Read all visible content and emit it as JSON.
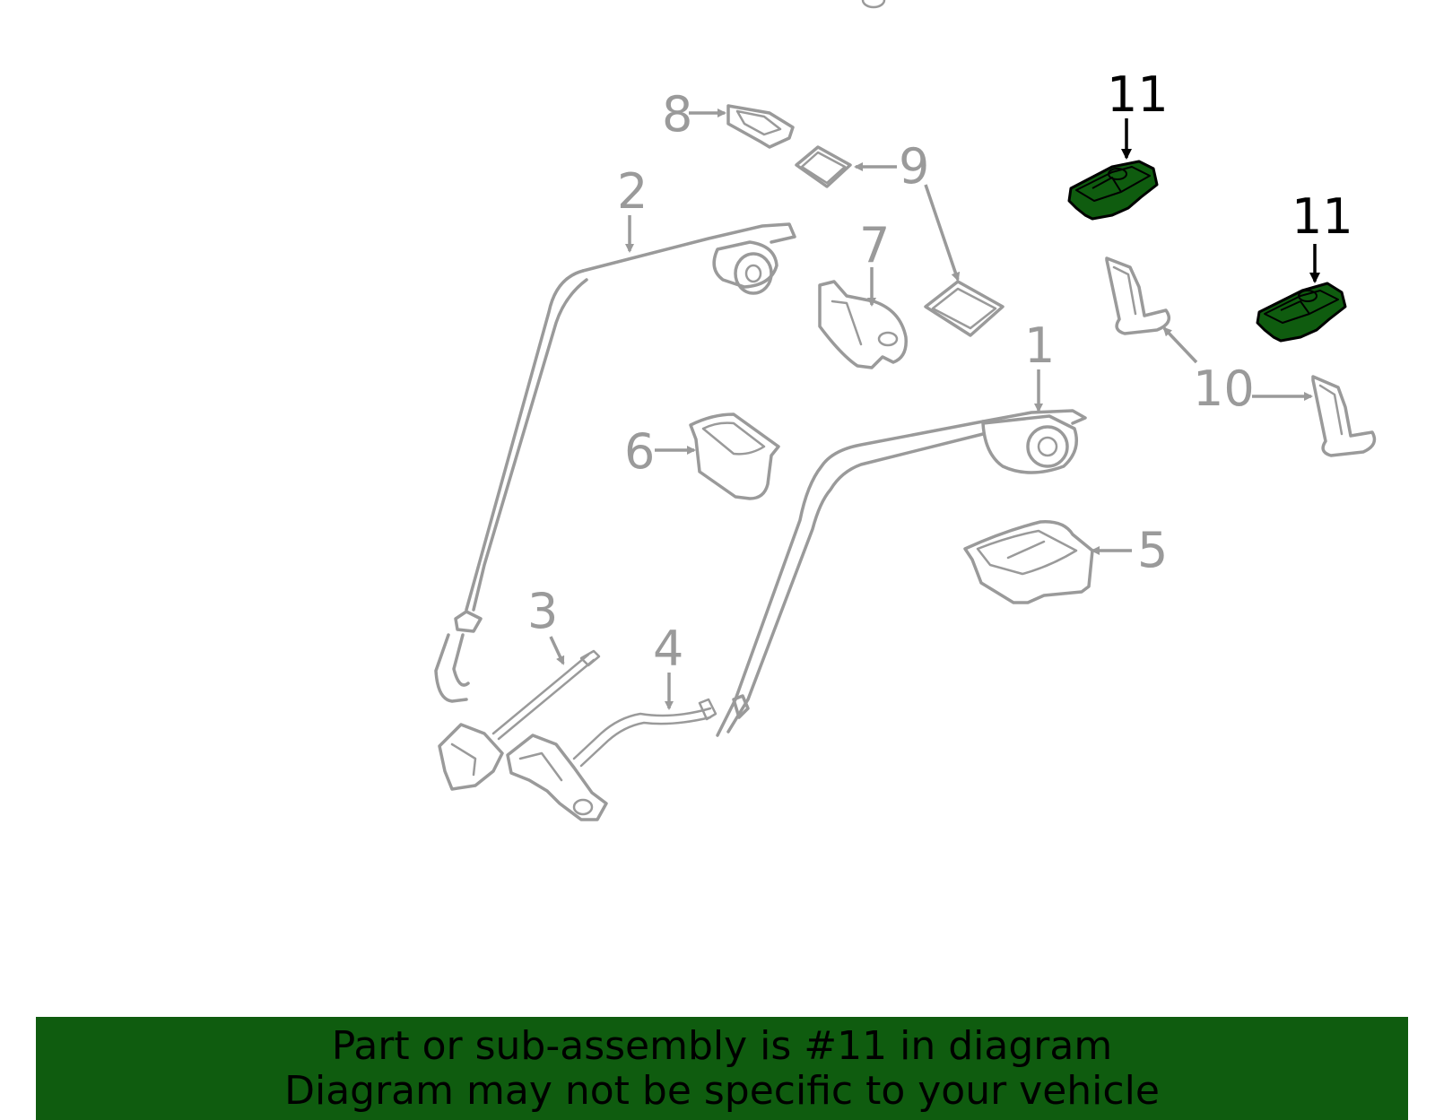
{
  "colors": {
    "highlight": "#0f5c0f",
    "part_stroke": "#9a9a9a",
    "callout_highlight": "#000000"
  },
  "callouts": {
    "c1": "1",
    "c2": "2",
    "c3": "3",
    "c4": "4",
    "c5": "5",
    "c6": "6",
    "c7": "7",
    "c8": "8",
    "c9": "9",
    "c10": "10",
    "c11a": "11",
    "c11b": "11"
  },
  "banner": {
    "line1": "Part or sub-assembly is #11 in diagram",
    "line2": "Diagram may not be specific to your vehicle"
  }
}
